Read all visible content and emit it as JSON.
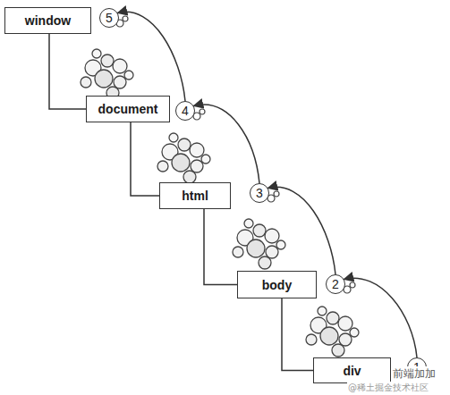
{
  "diagram": {
    "nodes": [
      {
        "text": [
          "window"
        ]
      },
      {
        "text": [
          "document"
        ]
      },
      {
        "text": [
          "html"
        ]
      },
      {
        "text": [
          "body"
        ]
      },
      {
        "text": [
          "div"
        ]
      },
      {
        "text": [
          "5"
        ]
      },
      {
        "text": [
          "4"
        ]
      },
      {
        "text": [
          "3"
        ]
      },
      {
        "text": [
          "2"
        ]
      },
      {
        "text": [
          "1"
        ]
      }
    ],
    "edges": [
      {
        "from": 0,
        "to": 1,
        "arrow": "none"
      },
      {
        "from": 1,
        "to": 2,
        "arrow": "none"
      },
      {
        "from": 2,
        "to": 3,
        "arrow": "none"
      },
      {
        "from": 3,
        "to": 4,
        "arrow": "none"
      },
      {
        "from": 9,
        "to": 8,
        "arrow": "to"
      },
      {
        "from": 8,
        "to": 7,
        "arrow": "to"
      },
      {
        "from": 7,
        "to": 6,
        "arrow": "to"
      },
      {
        "from": 6,
        "to": 5,
        "arrow": "to"
      }
    ],
    "labels": [
      "前端加加",
      "@稀土掘金技术社区"
    ]
  }
}
